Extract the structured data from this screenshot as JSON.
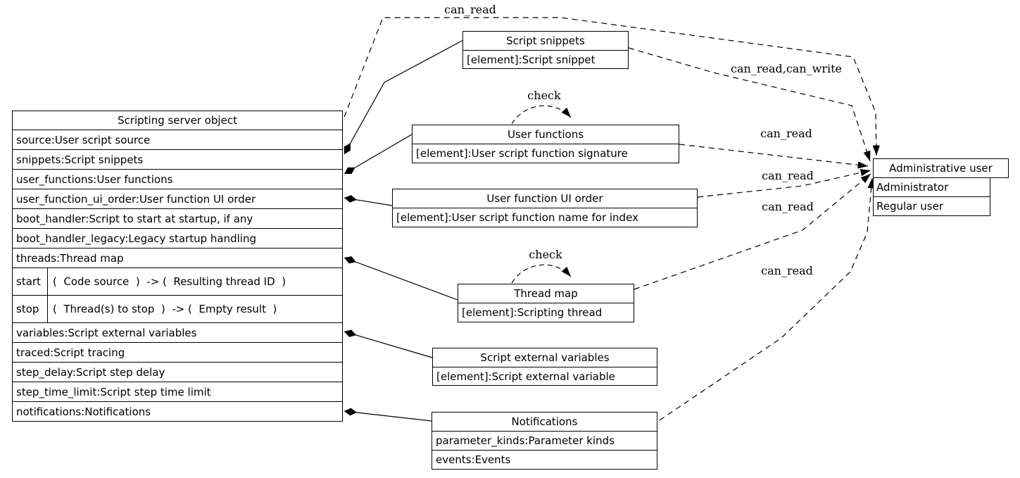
{
  "colors": {
    "line": "#000000",
    "background": "#ffffff"
  },
  "nodes": {
    "server": {
      "title": "Scripting server object",
      "rows": [
        "source:User script source",
        "snippets:Script snippets",
        "user_functions:User functions",
        "user_function_ui_order:User function UI order",
        "boot_handler:Script to start at startup, if any",
        "boot_handler_legacy:Legacy startup handling",
        "threads:Thread map",
        "variables:Script external variables",
        "traced:Script tracing",
        "step_delay:Script step delay",
        "step_time_limit:Script step time limit",
        "notifications:Notifications"
      ],
      "start": {
        "label": "start",
        "signature": "(  Code source  )  -> (  Resulting thread ID  )"
      },
      "stop": {
        "label": "stop",
        "signature": "(  Thread(s) to stop  )  -> (  Empty result  )"
      }
    },
    "script_snippets": {
      "title": "Script snippets",
      "rows": [
        "[element]:Script snippet"
      ]
    },
    "user_functions": {
      "title": "User functions",
      "rows": [
        "[element]:User script function signature"
      ]
    },
    "ui_order": {
      "title": "User function UI order",
      "rows": [
        "[element]:User script function name for index"
      ]
    },
    "thread_map": {
      "title": "Thread map",
      "rows": [
        "[element]:Scripting thread"
      ]
    },
    "external_vars": {
      "title": "Script external variables",
      "rows": [
        "[element]:Script external variable"
      ]
    },
    "notifications": {
      "title": "Notifications",
      "rows": [
        "parameter_kinds:Parameter kinds",
        "events:Events"
      ]
    },
    "admin_user": {
      "title": "Administrative user",
      "rows": [
        "Administrator",
        "Regular user"
      ]
    }
  },
  "edge_labels": {
    "top": "can_read",
    "snippets": "can_read,can_write",
    "user_functions": "can_read",
    "ui_order": "can_read",
    "thread_map": "can_read",
    "notifications": "can_read",
    "check_user_functions": "check",
    "check_thread_map": "check"
  }
}
